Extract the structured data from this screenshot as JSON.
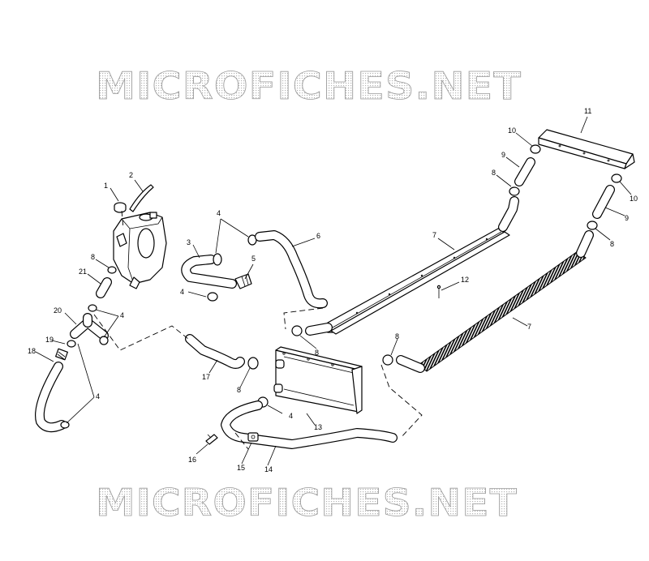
{
  "watermark": {
    "top": "MICROFICHES.NET",
    "bottom": "MICROFICHES.NET"
  },
  "callouts": [
    {
      "id": "c1",
      "label": "1"
    },
    {
      "id": "c2",
      "label": "2"
    },
    {
      "id": "c3",
      "label": "3"
    },
    {
      "id": "c4a",
      "label": "4"
    },
    {
      "id": "c4b",
      "label": "4"
    },
    {
      "id": "c4c",
      "label": "4"
    },
    {
      "id": "c4d",
      "label": "4"
    },
    {
      "id": "c4e",
      "label": "4"
    },
    {
      "id": "c5",
      "label": "5"
    },
    {
      "id": "c6",
      "label": "6"
    },
    {
      "id": "c7a",
      "label": "7"
    },
    {
      "id": "c7b",
      "label": "7"
    },
    {
      "id": "c8a",
      "label": "8"
    },
    {
      "id": "c8b",
      "label": "8"
    },
    {
      "id": "c8c",
      "label": "8"
    },
    {
      "id": "c8d",
      "label": "8"
    },
    {
      "id": "c8e",
      "label": "8"
    },
    {
      "id": "c8f",
      "label": "8"
    },
    {
      "id": "c8g",
      "label": "8"
    },
    {
      "id": "c9a",
      "label": "9"
    },
    {
      "id": "c9b",
      "label": "9"
    },
    {
      "id": "c10a",
      "label": "10"
    },
    {
      "id": "c10b",
      "label": "10"
    },
    {
      "id": "c11",
      "label": "11"
    },
    {
      "id": "c12",
      "label": "12"
    },
    {
      "id": "c13",
      "label": "13"
    },
    {
      "id": "c14",
      "label": "14"
    },
    {
      "id": "c15",
      "label": "15"
    },
    {
      "id": "c16",
      "label": "16"
    },
    {
      "id": "c17",
      "label": "17"
    },
    {
      "id": "c18",
      "label": "18"
    },
    {
      "id": "c19",
      "label": "19"
    },
    {
      "id": "c20",
      "label": "20"
    },
    {
      "id": "c21",
      "label": "21"
    }
  ]
}
